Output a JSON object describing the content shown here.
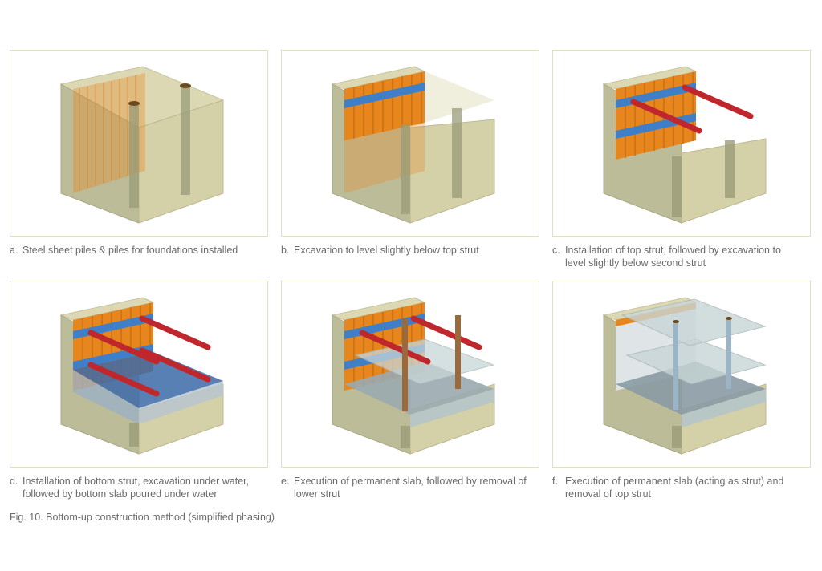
{
  "panels": [
    {
      "letter": "a.",
      "caption": "Steel sheet piles & piles for foundations installed",
      "stage": 1
    },
    {
      "letter": "b.",
      "caption": "Excavation to level slightly below top strut",
      "stage": 2
    },
    {
      "letter": "c.",
      "caption": "Installation of top strut, followed by excavation to level slightly below second strut",
      "stage": 3
    },
    {
      "letter": "d.",
      "caption": "Installation of bottom strut, excavation under water, followed by bottom slab poured under water",
      "stage": 4
    },
    {
      "letter": "e.",
      "caption": "Execution of permanent slab, followed by removal of lower strut",
      "stage": 5
    },
    {
      "letter": "f.",
      "caption": "Execution of permanent slab (acting as strut) and removal of top strut",
      "stage": 6
    }
  ],
  "figure_caption": "Fig. 10. Bottom-up construction method (simplified phasing)",
  "colors": {
    "soil": "#d4d0a8",
    "soil_dark": "#aeb08e",
    "soil_side": "#bcbc98",
    "sheet_pile": "#e8861e",
    "waler": "#3f7fc8",
    "strut": "#c0272d",
    "pile": "#9a9c78",
    "water": "#3c6aa8",
    "slab": "#b8c6c6",
    "frame": "#e2dcc8"
  }
}
